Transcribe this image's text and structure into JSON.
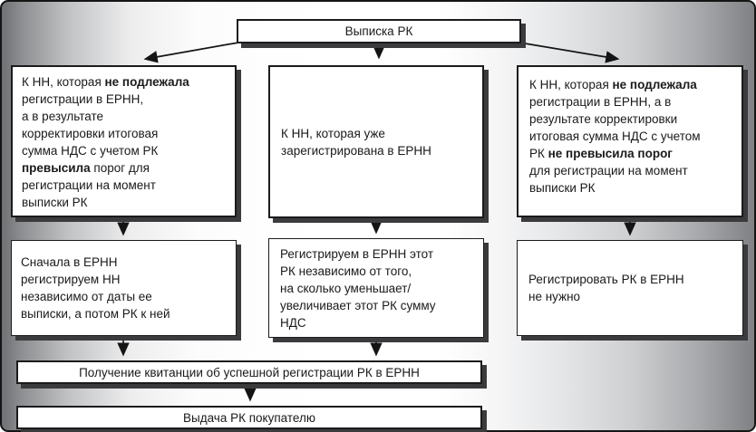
{
  "flowchart": {
    "start": "Выписка РК",
    "cases": {
      "left": "К НН, которая **не подлежала**\nрегистрации в ЕРНН,\nа в результате\nкорректировки итоговая\nсумма НДС с учетом РК\n**превысила** порог для\nрегистрации на момент\nвыписки РК",
      "center": "К НН, которая уже\nзарегистрирована в ЕРНН",
      "right": "К НН, которая **не подлежала**\nрегистрации в ЕРНН, а в\nрезультате корректировки\nитоговая сумма НДС с учетом\nРК **не превысила порог**\nдля регистрации на момент\nвыписки РК"
    },
    "actions": {
      "left": "Сначала в ЕРНН\nрегистрируем НН\nнезависимо от даты ее\nвыписки, а потом РК к ней",
      "center": "Регистрируем в ЕРНН этот\nРК независимо от того,\nна сколько уменьшает/\nувеличивает этот РК сумму\nНДС",
      "right": "Регистрировать РК в ЕРНН\nне нужно"
    },
    "finals": {
      "receipt": "Получение квитанции об успешной регистрации РК в ЕРНН",
      "issue": "Выдача РК покупателю"
    },
    "colors": {
      "box_background": "#ffffff",
      "box_border": "#1b1b1d",
      "box_shadow": "#3b3b3d",
      "connector": "#141414",
      "background_edge": "#6e7073",
      "background_middle": "#ffffff"
    }
  }
}
